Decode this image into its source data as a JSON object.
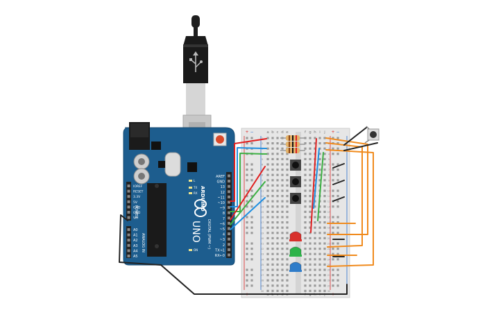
{
  "board": {
    "brand": "ARDUINO",
    "model": "UNO",
    "header_digital": "DIGITAL (PWM ~)",
    "header_analog": "ANALOG IN",
    "header_power": "POWER",
    "pin_labels_digital": [
      "AREF",
      "GND",
      "13",
      "12",
      "~11",
      "~10",
      "~9",
      "8",
      "7",
      "~6",
      "~5",
      "4",
      "~3",
      "2",
      "TX→1",
      "RX←0"
    ],
    "pin_labels_power": [
      "IOREF",
      "RESET",
      "3.3V",
      "5V",
      "GND",
      "GND",
      "Vin"
    ],
    "pin_labels_analog": [
      "A0",
      "A1",
      "A2",
      "A3",
      "A4",
      "A5"
    ],
    "led_labels": [
      "L",
      "TX",
      "RX",
      "ON"
    ],
    "colors": {
      "pcb": "#1d5d8e",
      "header": "#2a2a2a",
      "reset": "#d94a2b"
    }
  },
  "breadboard": {
    "column_letters_left": [
      "a",
      "b",
      "c",
      "d",
      "e"
    ],
    "column_letters_right": [
      "f",
      "g",
      "h",
      "i",
      "j"
    ],
    "rail_symbols": [
      "+",
      "−"
    ],
    "colors": {
      "body": "#e6e6e6",
      "hole": "#9a9a9a",
      "rail_red": "#d22",
      "rail_blue": "#2a6fcf"
    }
  },
  "wires": {
    "colors": {
      "red": "#e02020",
      "green": "#3cb043",
      "blue": "#1f8fe0",
      "orange": "#f08a1c",
      "black": "#222222"
    }
  },
  "leds": {
    "colors": [
      "#d8312c",
      "#2db34a",
      "#2f7cc9"
    ]
  }
}
